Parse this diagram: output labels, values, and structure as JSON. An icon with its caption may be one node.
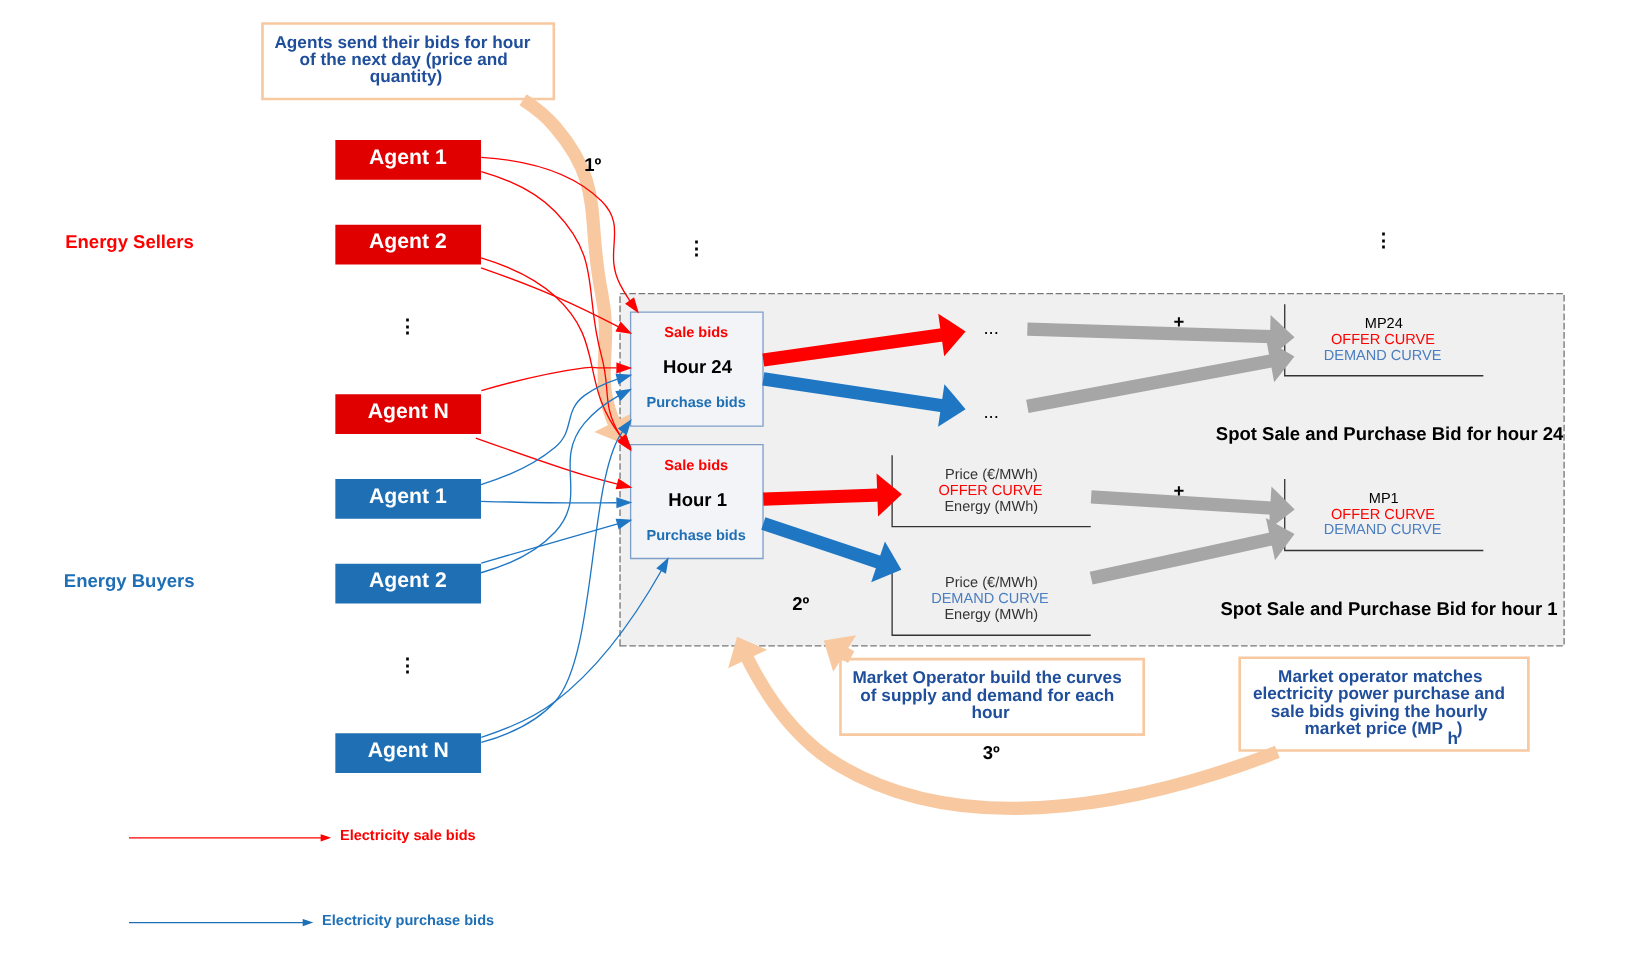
{
  "diagram": {
    "nodes": [
      {
        "text": [
          "Agents send their bids for hour of the next day (price and quantity)"
        ]
      },
      {
        "text": [
          "Market Operator build the curves of supply and demand for each hour"
        ]
      },
      {
        "text": [
          "Market operator matches electricity power purchase and sale bids giving the hourly market price (MP$_{h}$)"
        ]
      },
      {
        "text": [
          "Agent 1"
        ]
      },
      {
        "text": [
          "Agent 2"
        ]
      },
      {
        "text": [
          "Agent N"
        ]
      },
      {
        "text": [
          "Agent 1"
        ]
      },
      {
        "text": [
          "Agent 2"
        ]
      },
      {
        "text": [
          "Agent N"
        ]
      },
      {
        "text": [],
        "shape": "box"
      },
      {
        "text": [
          "Sale bids",
          "Hour 1",
          "Purchase bids"
        ],
        "in": 9
      },
      {
        "text": [
          "Sale bids",
          "Hour 24",
          "Purchase bids"
        ],
        "in": 9
      },
      {
        "text": [
          "Price (€/MWh)",
          "OFFER CURVE",
          "Energy (MWh)"
        ],
        "in": 9
      },
      {
        "text": [
          "Price (€/MWh)",
          "DEMAND CURVE",
          "Energy (MWh)"
        ],
        "in": 9
      },
      {
        "text": [
          "MP1",
          "OFFER CURVE",
          "DEMAND CURVE"
        ],
        "beside": [
          "Spot Sale and Purchase Bid for hour 1"
        ],
        "in": 9
      },
      {
        "text": [
          "..."
        ],
        "in": 9
      },
      {
        "text": [
          "..."
        ],
        "in": 9
      },
      {
        "text": [
          "MP24",
          "OFFER CURVE",
          "DEMAND CURVE"
        ],
        "beside": [
          "Spot Sale and Purchase Bid for hour 24"
        ],
        "in": 9
      }
    ],
    "edges": [
      {
        "from": 0,
        "to": 9,
        "arrow": "to",
        "label": "1º",
        "style": "thick",
        "color": "#f8c9a0"
      },
      {
        "from": 1,
        "to": 9,
        "arrow": "to",
        "label": "2º",
        "style": "thick",
        "color": "#f8c9a0"
      },
      {
        "from": 2,
        "to": 9,
        "arrow": "to",
        "label": "3º",
        "style": "thick",
        "color": "#f8c9a0"
      },
      {
        "from": 3,
        "to": 10,
        "arrow": "to",
        "color": "#ff0000"
      },
      {
        "from": 3,
        "to": 11,
        "arrow": "to",
        "color": "#ff0000"
      },
      {
        "from": 4,
        "to": 10,
        "arrow": "to",
        "color": "#ff0000"
      },
      {
        "from": 4,
        "to": 11,
        "arrow": "to",
        "color": "#ff0000"
      },
      {
        "from": 5,
        "to": 10,
        "arrow": "to",
        "color": "#ff0000"
      },
      {
        "from": 5,
        "to": 11,
        "arrow": "to",
        "color": "#ff0000"
      },
      {
        "from": 6,
        "to": 10,
        "arrow": "to",
        "color": "#1f77c4"
      },
      {
        "from": 6,
        "to": 11,
        "arrow": "to",
        "color": "#1f77c4"
      },
      {
        "from": 7,
        "to": 10,
        "arrow": "to",
        "color": "#1f77c4"
      },
      {
        "from": 7,
        "to": 11,
        "arrow": "to",
        "color": "#1f77c4"
      },
      {
        "from": 8,
        "to": 10,
        "arrow": "to",
        "color": "#1f77c4"
      },
      {
        "from": 8,
        "to": 11,
        "arrow": "to",
        "color": "#1f77c4"
      },
      {
        "from": 10,
        "to": 12,
        "arrow": "to",
        "style": "thick",
        "color": "#ff0000"
      },
      {
        "from": 10,
        "to": 13,
        "arrow": "to",
        "style": "thick",
        "color": "#1f77c4"
      },
      {
        "from": 11,
        "to": 15,
        "arrow": "to",
        "style": "thick",
        "color": "#ff0000"
      },
      {
        "from": 11,
        "to": 16,
        "arrow": "to",
        "style": "thick",
        "color": "#1f77c4"
      },
      {
        "from": 12,
        "to": 14,
        "arrow": "to",
        "label": "+",
        "style": "thick",
        "color": "#a6a6a6"
      },
      {
        "from": 13,
        "to": 14,
        "arrow": "to",
        "style": "thick",
        "color": "#a6a6a6"
      },
      {
        "from": 15,
        "to": 17,
        "arrow": "to",
        "label": "+",
        "style": "thick",
        "color": "#a6a6a6"
      },
      {
        "from": 16,
        "to": 17,
        "arrow": "to",
        "style": "thick",
        "color": "#a6a6a6"
      }
    ],
    "labels": [
      "Energy Sellers",
      "⋮",
      "Energy Buyers",
      "⋮",
      "⋮",
      "⋮"
    ],
    "legend": [
      {
        "text": "Electricity sale bids"
      },
      {
        "text": "Electricity purchase bids"
      }
    ]
  }
}
